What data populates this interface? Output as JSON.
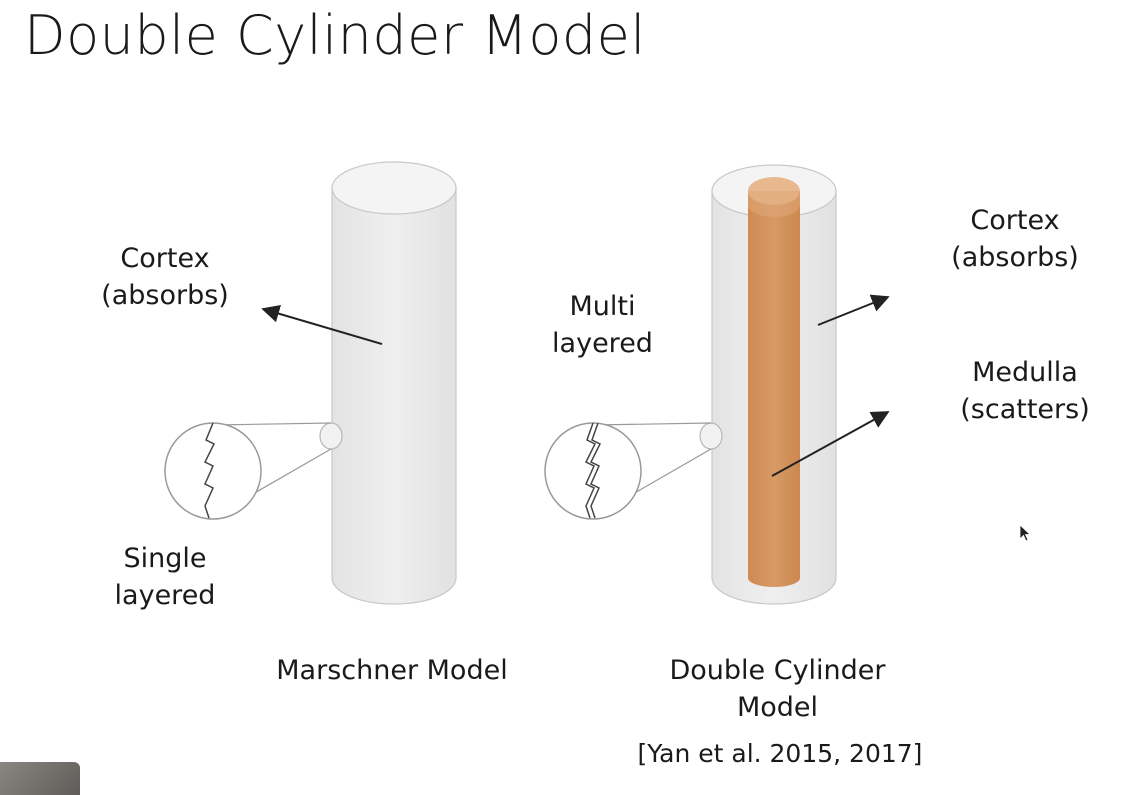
{
  "title": "Double Cylinder Model",
  "left_model": {
    "cortex_line1": "Cortex",
    "cortex_line2": "(absorbs)",
    "layer_line1": "Single",
    "layer_line2": "layered",
    "caption": "Marschner Model"
  },
  "right_model": {
    "layer_line1": "Multi",
    "layer_line2": "layered",
    "cortex_line1": "Cortex",
    "cortex_line2": "(absorbs)",
    "medulla_line1": "Medulla",
    "medulla_line2": "(scatters)",
    "caption_line1": "Double Cylinder",
    "caption_line2": "Model",
    "citation": "[Yan et al. 2015, 2017]"
  },
  "colors": {
    "cortex_fill": "#ececec",
    "medulla_fill": "#d4935e",
    "medulla_top": "#e6b48a"
  }
}
